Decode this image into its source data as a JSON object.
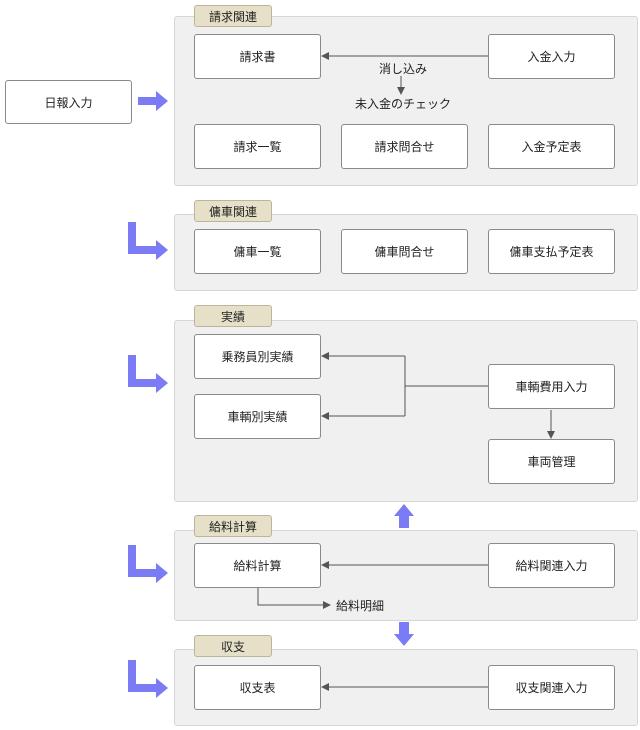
{
  "start": {
    "label": "日報入力"
  },
  "sections": {
    "billing": {
      "title": "請求関連",
      "invoice": "請求書",
      "payment_entry": "入金入力",
      "reconcile": "消し込み",
      "unpaid_check": "未入金のチェック",
      "invoice_list": "請求一覧",
      "invoice_inquiry": "請求問合せ",
      "payment_schedule": "入金予定表"
    },
    "charter": {
      "title": "傭車関連",
      "list": "傭車一覧",
      "inquiry": "傭車問合せ",
      "payment_schedule": "傭車支払予定表"
    },
    "results": {
      "title": "実績",
      "crew_results": "乗務員別実績",
      "vehicle_results": "車輌別実績",
      "vehicle_cost_entry": "車輌費用入力",
      "vehicle_management": "車両管理"
    },
    "payroll": {
      "title": "給料計算",
      "calc": "給料計算",
      "related_entry": "給料関連入力",
      "payslip": "給料明細"
    },
    "income_expense": {
      "title": "収支",
      "table": "収支表",
      "related_entry": "収支関連入力"
    }
  },
  "colors": {
    "accent_arrow": "#7b7bf5",
    "panel_bg": "#f0f0f0",
    "tab_bg": "#e6e0c8",
    "line": "#555555"
  }
}
